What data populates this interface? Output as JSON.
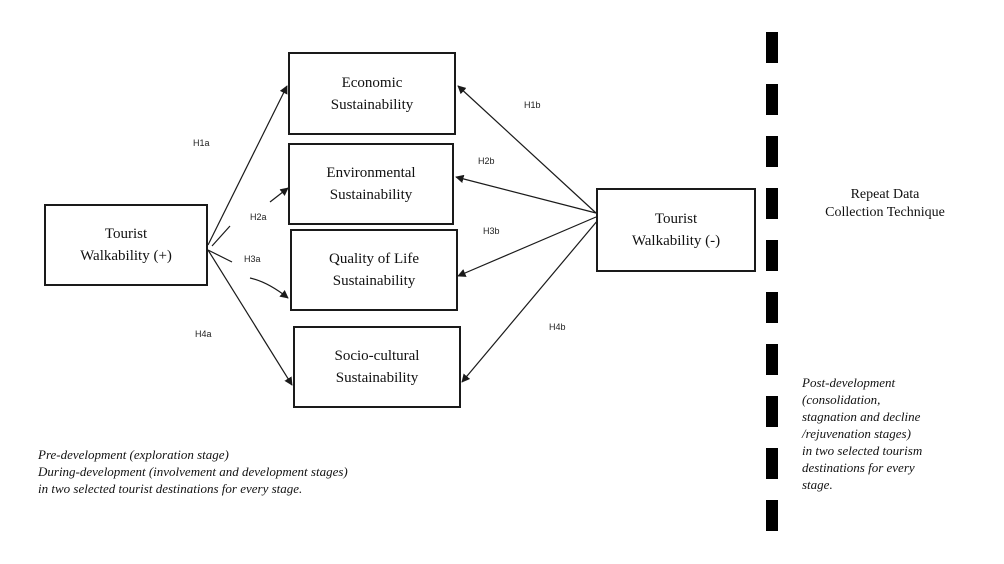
{
  "boxes": {
    "walk_pos": [
      "Tourist",
      "Walkability (+)"
    ],
    "walk_neg": [
      "Tourist",
      "Walkability (-)"
    ],
    "economic": [
      "Economic",
      "Sustainability"
    ],
    "environmental": [
      "Environmental",
      "Sustainability"
    ],
    "quality_of_life": [
      "Quality of Life",
      "Sustainability"
    ],
    "socio_cultural": [
      "Socio-cultural",
      "Sustainability"
    ]
  },
  "hypotheses": {
    "h1a": "H1a",
    "h2a": "H2a",
    "h3a": "H3a",
    "h4a": "H4a",
    "h1b": "H1b",
    "h2b": "H2b",
    "h3b": "H3b",
    "h4b": "H4b"
  },
  "repeat_label": [
    "Repeat Data",
    "Collection Technique"
  ],
  "pre_dev_note": [
    "Pre-development (exploration stage)",
    "During-development (involvement and development stages)",
    "in two selected tourist destinations for every stage."
  ],
  "post_dev_note": [
    "Post-development",
    "(consolidation,",
    "stagnation and decline",
    "/rejuvenation stages)",
    "in two selected tourism",
    "destinations for every",
    "stage."
  ],
  "colors": {
    "line": "#1a1a1a",
    "divider": "#000000",
    "background": "#ffffff"
  }
}
